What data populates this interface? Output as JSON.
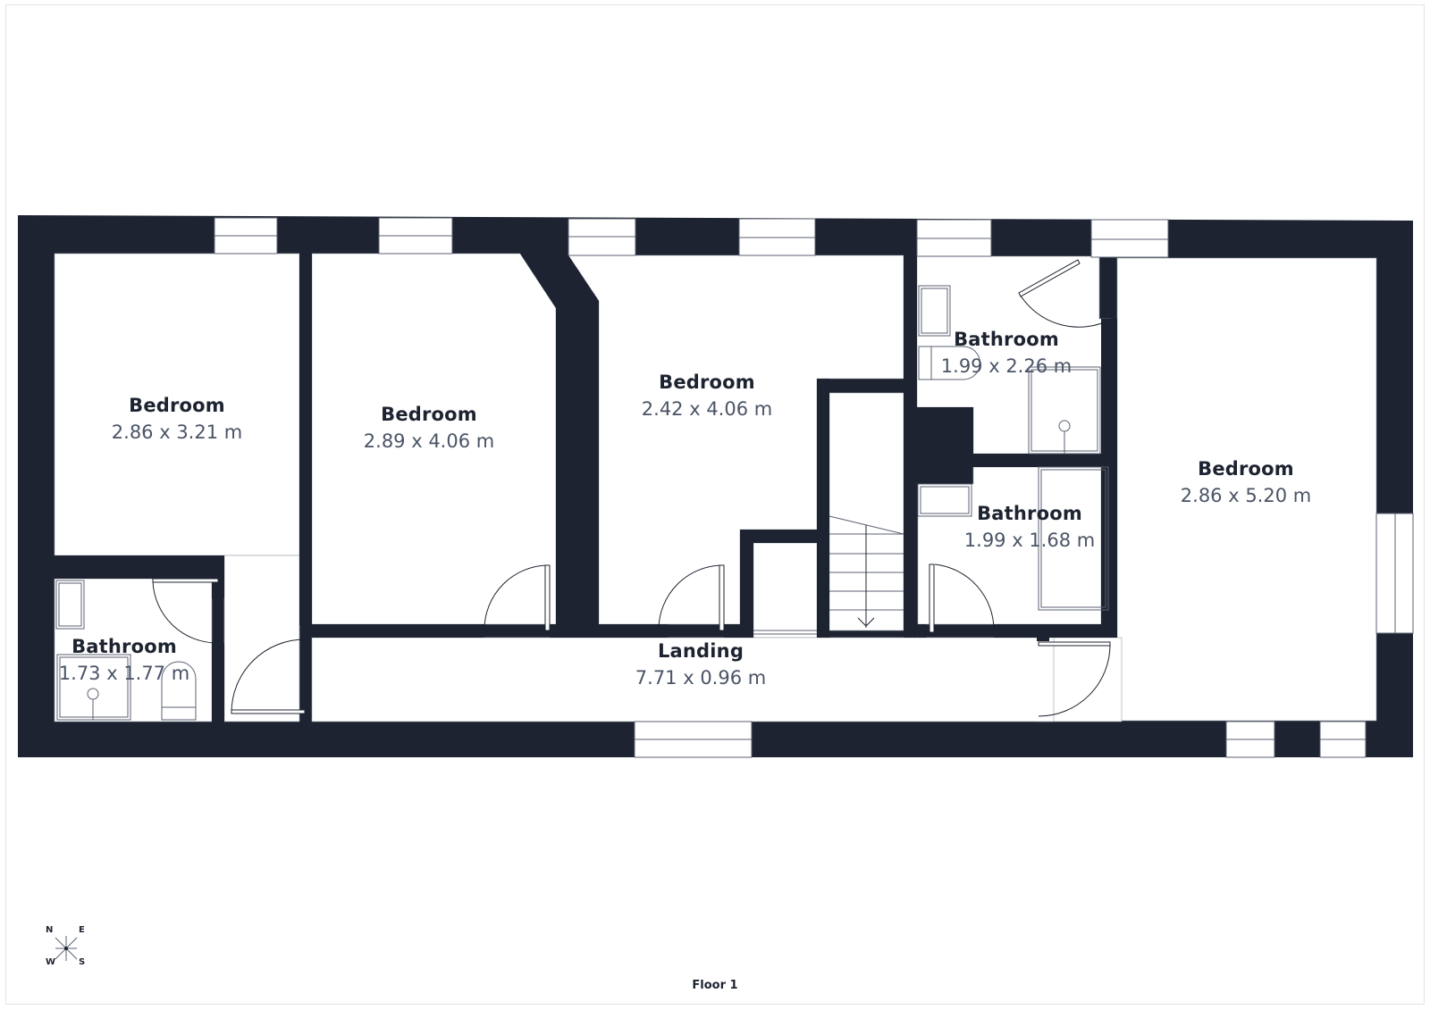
{
  "floor": {
    "label": "Floor 1"
  },
  "colors": {
    "wall": "#1d2330",
    "text_name": "#1d2330",
    "text_dim": "#4a5466",
    "frame": "#e3e3e3"
  },
  "compass": {
    "n": "N",
    "e": "E",
    "s": "S",
    "w": "W"
  },
  "rooms": [
    {
      "id": "bedroom-1",
      "name": "Bedroom",
      "dimensions": "2.86 x 3.21 m"
    },
    {
      "id": "bedroom-2",
      "name": "Bedroom",
      "dimensions": "2.89 x 4.06 m"
    },
    {
      "id": "bedroom-3",
      "name": "Bedroom",
      "dimensions": "2.42 x 4.06 m"
    },
    {
      "id": "bathroom-top-right",
      "name": "Bathroom",
      "dimensions": "1.99 x 2.26 m"
    },
    {
      "id": "bathroom-middle-right",
      "name": "Bathroom",
      "dimensions": "1.99 x 1.68 m"
    },
    {
      "id": "bedroom-4",
      "name": "Bedroom",
      "dimensions": "2.86 x 5.20 m"
    },
    {
      "id": "bathroom-left",
      "name": "Bathroom",
      "dimensions": "1.73 x 1.77 m"
    },
    {
      "id": "landing",
      "name": "Landing",
      "dimensions": "7.71 x 0.96 m"
    }
  ]
}
